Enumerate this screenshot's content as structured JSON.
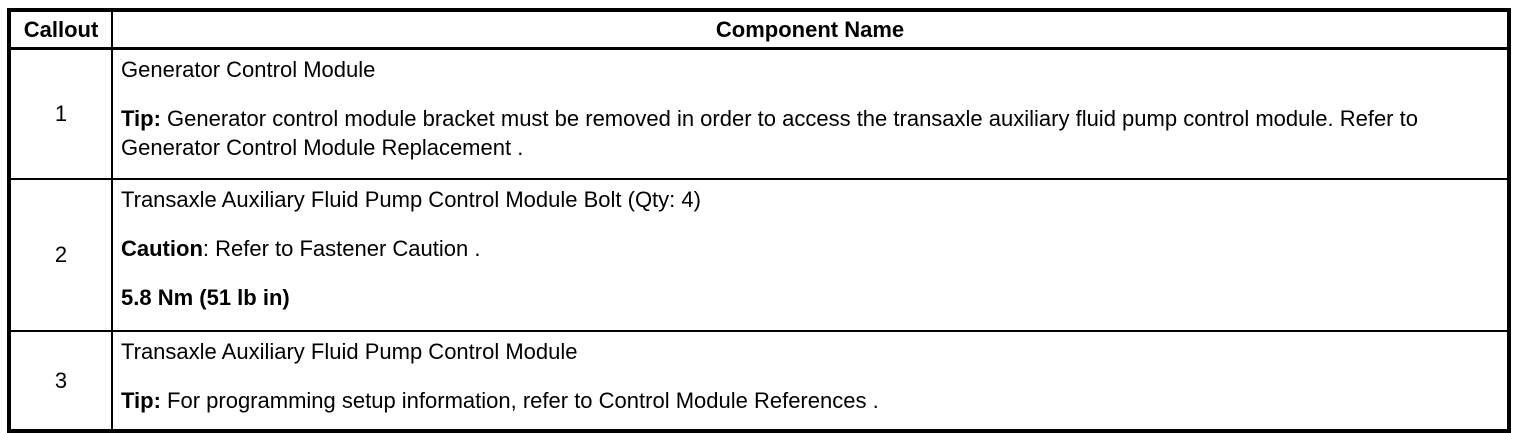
{
  "colors": {
    "border": "#000000",
    "text": "#000000",
    "background": "#ffffff"
  },
  "table": {
    "headers": {
      "callout": "Callout",
      "component": "Component Name"
    },
    "rows": [
      {
        "callout": "1",
        "paragraphs": [
          {
            "segments": [
              {
                "bold": false,
                "text": "Generator Control Module"
              }
            ]
          },
          {
            "segments": [
              {
                "bold": true,
                "text": "Tip:"
              },
              {
                "bold": false,
                "text": " Generator control module bracket must be removed in order to access the transaxle auxiliary fluid pump control module. Refer to Generator Control Module Replacement ."
              }
            ]
          }
        ]
      },
      {
        "callout": "2",
        "paragraphs": [
          {
            "segments": [
              {
                "bold": false,
                "text": "Transaxle Auxiliary Fluid Pump Control Module Bolt (Qty: 4)"
              }
            ]
          },
          {
            "segments": [
              {
                "bold": true,
                "text": "Caution"
              },
              {
                "bold": false,
                "text": ": Refer to Fastener Caution ."
              }
            ]
          },
          {
            "segments": [
              {
                "bold": true,
                "text": "5.8 Nm (51 lb in)"
              }
            ]
          }
        ]
      },
      {
        "callout": "3",
        "paragraphs": [
          {
            "segments": [
              {
                "bold": false,
                "text": "Transaxle Auxiliary Fluid Pump Control Module"
              }
            ]
          },
          {
            "segments": [
              {
                "bold": true,
                "text": "Tip:"
              },
              {
                "bold": false,
                "text": " For programming setup information, refer to Control Module References ."
              }
            ]
          }
        ]
      }
    ]
  }
}
